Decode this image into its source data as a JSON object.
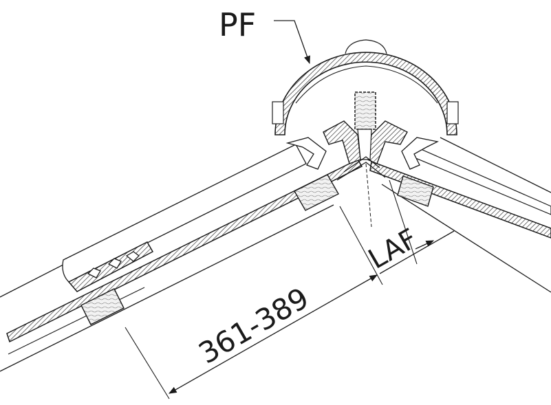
{
  "labels": {
    "ridge_piece": "PF",
    "batten_gauge": "LAF",
    "spacing": "361-389"
  },
  "colors": {
    "line": "#1a1a1a",
    "hatch": "#333333",
    "fill": "#ffffff",
    "timber": "#f2f2f2"
  }
}
